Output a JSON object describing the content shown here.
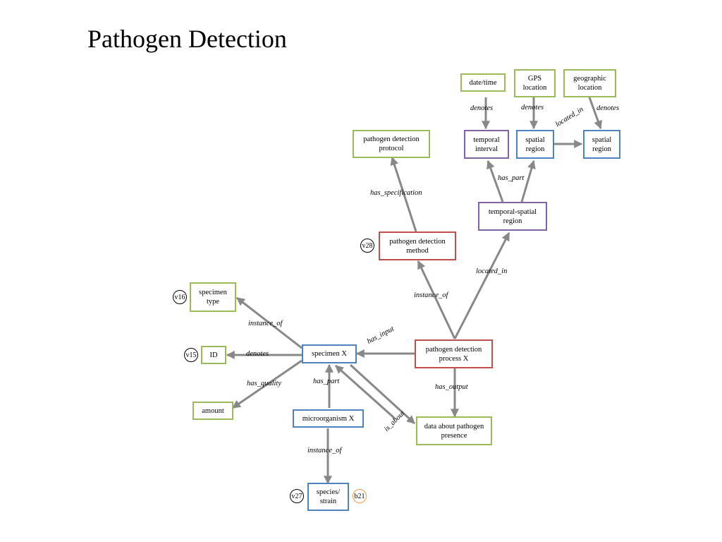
{
  "title": "Pathogen Detection",
  "nodes": {
    "date_time": "date/time",
    "gps_location": "GPS location",
    "geographic_location": "geographic location",
    "pathogen_detection_protocol": "pathogen detection protocol",
    "temporal_interval": "temporal interval",
    "spatial_region_1": "spatial region",
    "spatial_region_2": "spatial region",
    "temporal_spatial_region": "temporal-spatial region",
    "pathogen_detection_method": "pathogen detection method",
    "specimen_type": "specimen type",
    "id": "ID",
    "specimen_x": "specimen X",
    "pathogen_detection_process_x": "pathogen detection process X",
    "amount": "amount",
    "microorganism_x": "microorganism X",
    "data_about_pathogen_presence": "data about pathogen presence",
    "species_strain": "species/ strain"
  },
  "edge_labels": {
    "denotes_datetime": "denotes",
    "denotes_gps": "denotes",
    "located_in_top": "located_in",
    "denotes_geo": "denotes",
    "has_part_top": "has_part",
    "has_specification": "has_specification",
    "located_in_mid": "located_in",
    "instance_of_method": "instance_of",
    "instance_of_specimen": "instance_of",
    "has_input": "has_input",
    "denotes_id": "denotes",
    "has_quality": "has_quality",
    "has_part_specimen": "has_part",
    "is_about": "is_about",
    "has_output": "has_output",
    "instance_of_micro": "instance_of"
  },
  "badges": {
    "v28": "v28",
    "v16": "v16",
    "v15": "v15",
    "v27": "v27",
    "b21": "b21"
  },
  "colors": {
    "green": "#9bbb59",
    "blue": "#4f81bd",
    "red": "#c0504d",
    "purple": "#8064a2",
    "orange": "#f79646",
    "arrow": "#888888"
  }
}
